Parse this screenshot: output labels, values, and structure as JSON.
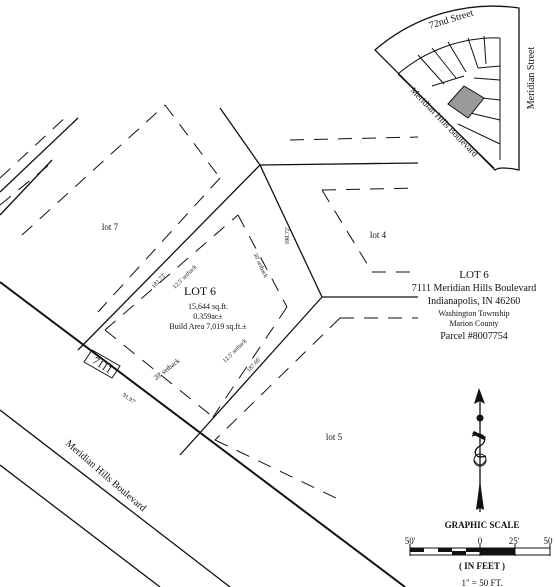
{
  "streets": {
    "main": "Meridian Hills Boulevard",
    "inset_72nd": "72nd Street",
    "inset_meridian": "Meridian Street",
    "inset_boulevard": "Meridian Hills Boulevard"
  },
  "lots": {
    "lot7": "lot 7",
    "lot4": "lot 4",
    "lot5": "lot 5"
  },
  "subject": {
    "name": "LOT 6",
    "area_sqft": "15,644 sq.ft.",
    "area_acres": "0.359ac±",
    "build_area": "Build Area 7,019 sq.ft.±",
    "house_number": "7111"
  },
  "dimensions": {
    "front": "91.97'",
    "rear": "100.72'",
    "left_side": "182.73'",
    "right_side": "187.66'"
  },
  "setbacks": {
    "front": "20' setback",
    "rear": "30' setback",
    "side_left": "12.5' setback",
    "side_right": "12.5' setback"
  },
  "info_block": {
    "lot": "LOT 6",
    "address": "7111 Meridian Hills Boulevard",
    "city": "Indianapolis, IN 46260",
    "township": "Washington Township",
    "county": "Marion County",
    "parcel": "Parcel #8007754"
  },
  "scale": {
    "title": "GRAPHIC SCALE",
    "tick_50_left": "50'",
    "tick_0": "0",
    "tick_25": "25'",
    "tick_50_right": "50",
    "units": "( IN FEET )",
    "ratio": "1\" = 50 FT."
  },
  "colors": {
    "line": "#111111",
    "subject_fill": "#9a9a9a",
    "background": "#ffffff"
  },
  "icons": {
    "north_arrow": "north-arrow-icon"
  }
}
